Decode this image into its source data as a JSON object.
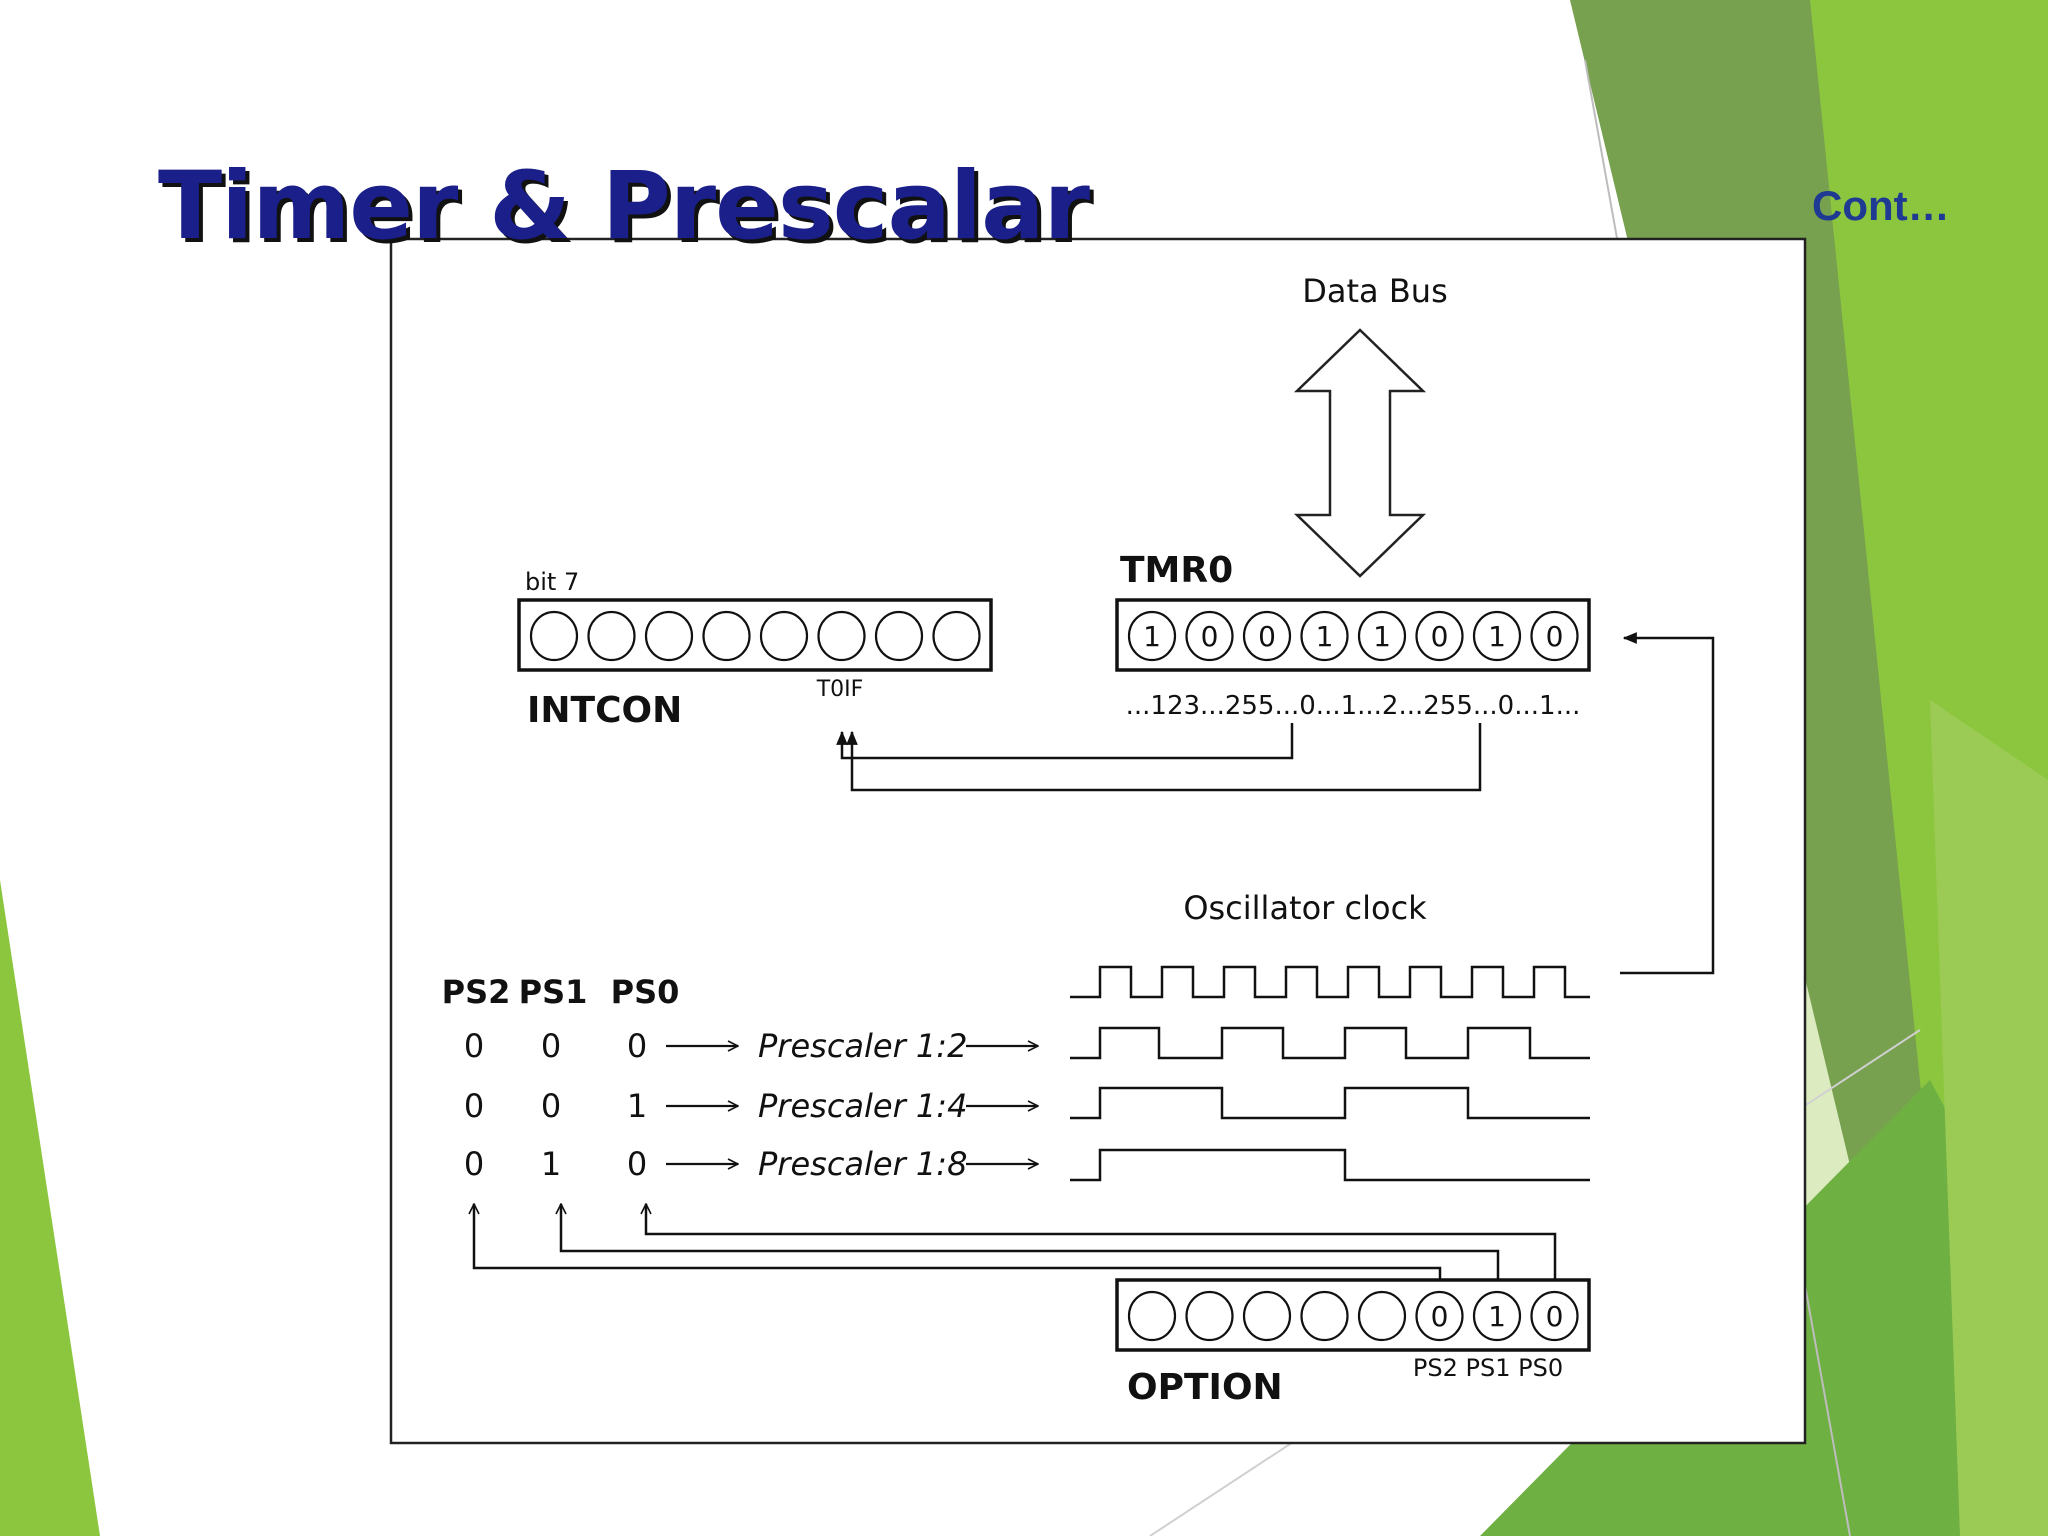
{
  "slide": {
    "title": "Timer & Prescalar",
    "subtitle": "Cont…"
  },
  "diagram": {
    "data_bus_label": "Data Bus",
    "intcon": {
      "name": "INTCON",
      "bit_label": "bit 7",
      "flag_label": "T0IF",
      "bits": [
        "",
        "",
        "",
        "",
        "",
        "",
        "",
        ""
      ]
    },
    "tmr0": {
      "name": "TMR0",
      "bits": [
        "1",
        "0",
        "0",
        "1",
        "1",
        "0",
        "1",
        "0"
      ],
      "sequence": "...123...255...0...1...2...255...0...1..."
    },
    "oscillator_label": "Oscillator clock",
    "prescaler_table": {
      "headers": [
        "PS2",
        "PS1",
        "PS0"
      ],
      "rows": [
        {
          "bits": [
            "0",
            "0",
            "0"
          ],
          "label": "Prescaler 1:2"
        },
        {
          "bits": [
            "0",
            "0",
            "1"
          ],
          "label": "Prescaler 1:4"
        },
        {
          "bits": [
            "0",
            "1",
            "0"
          ],
          "label": "Prescaler 1:8"
        }
      ]
    },
    "option": {
      "name": "OPTION",
      "bits": [
        "",
        "",
        "",
        "",
        "",
        "0",
        "1",
        "0"
      ],
      "bit_labels": "PS2 PS1 PS0"
    }
  },
  "colors": {
    "title": "#1a1f8a",
    "subtitle": "#1f3a93",
    "green_light": "#c9e3a0",
    "green_mid": "#8cc63f",
    "green_dark": "#6aa038"
  }
}
